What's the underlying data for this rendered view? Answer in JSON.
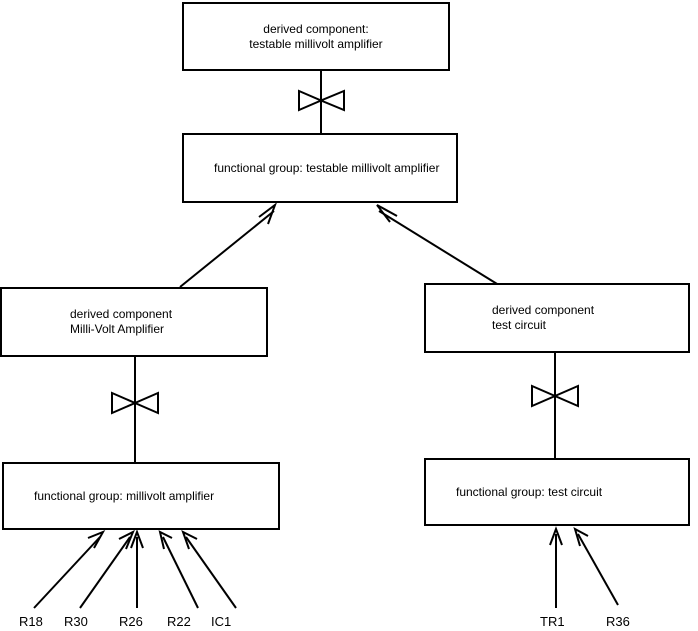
{
  "diagram": {
    "type": "component-decomposition-diagram",
    "nodes": [
      {
        "id": "derived-testable-mv-amp",
        "kind": "derived component",
        "label": "derived component:\ntestable millivolt amplifier",
        "line1": "derived component:",
        "line2": "testable millivolt amplifier"
      },
      {
        "id": "fg-testable-mv-amp",
        "kind": "functional group",
        "label": "functional group: testable millivolt amplifier"
      },
      {
        "id": "derived-mv-amp",
        "kind": "derived component",
        "label": "derived component\nMilli-Volt Amplifier",
        "line1": "derived component",
        "line2": "Milli-Volt Amplifier"
      },
      {
        "id": "derived-test-circuit",
        "kind": "derived component",
        "label": "derived component\ntest circuit",
        "line1": "derived component",
        "line2": "test circuit"
      },
      {
        "id": "fg-mv-amp",
        "kind": "functional group",
        "label": "functional group: millivolt amplifier"
      },
      {
        "id": "fg-test-circuit",
        "kind": "functional group",
        "label": "functional group: test circuit"
      }
    ],
    "leaf_labels_left": [
      {
        "id": "r18",
        "text": "R18"
      },
      {
        "id": "r30",
        "text": "R30"
      },
      {
        "id": "r26",
        "text": "R26"
      },
      {
        "id": "r22",
        "text": "R22"
      },
      {
        "id": "ic1",
        "text": "IC1"
      }
    ],
    "leaf_labels_right": [
      {
        "id": "tr1",
        "text": "TR1"
      },
      {
        "id": "r36",
        "text": "R36"
      }
    ],
    "connectors": {
      "realization_symbol": "bowtie",
      "aggregation_symbol": "open-arrowhead",
      "stroke_color": "#000000"
    }
  }
}
